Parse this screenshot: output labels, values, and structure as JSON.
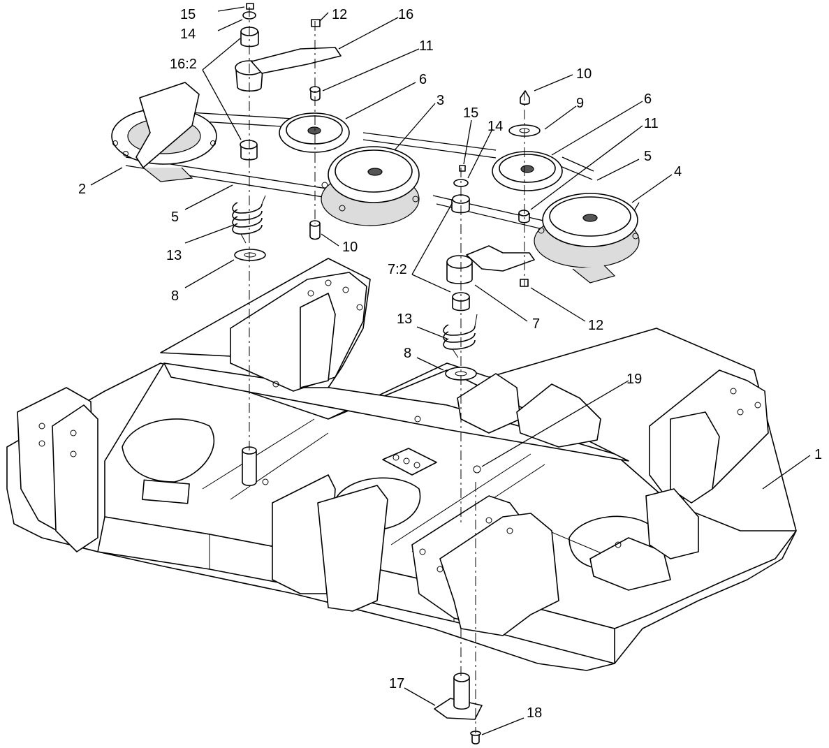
{
  "callouts": [
    {
      "id": "c15a",
      "label": "15"
    },
    {
      "id": "c14a",
      "label": "14"
    },
    {
      "id": "c16-2",
      "label": "16:2"
    },
    {
      "id": "c12a",
      "label": "12"
    },
    {
      "id": "c16",
      "label": "16"
    },
    {
      "id": "c11a",
      "label": "11"
    },
    {
      "id": "c6a",
      "label": "6"
    },
    {
      "id": "c3",
      "label": "3"
    },
    {
      "id": "c15b",
      "label": "15"
    },
    {
      "id": "c14b",
      "label": "14"
    },
    {
      "id": "c10a",
      "label": "10"
    },
    {
      "id": "c9",
      "label": "9"
    },
    {
      "id": "c6b",
      "label": "6"
    },
    {
      "id": "c11b",
      "label": "11"
    },
    {
      "id": "c5b",
      "label": "5"
    },
    {
      "id": "c4",
      "label": "4"
    },
    {
      "id": "c2",
      "label": "2"
    },
    {
      "id": "c5a",
      "label": "5"
    },
    {
      "id": "c13a",
      "label": "13"
    },
    {
      "id": "c10b",
      "label": "10"
    },
    {
      "id": "c8a",
      "label": "8"
    },
    {
      "id": "c7-2",
      "label": "7:2"
    },
    {
      "id": "c7",
      "label": "7"
    },
    {
      "id": "c12b",
      "label": "12"
    },
    {
      "id": "c13b",
      "label": "13"
    },
    {
      "id": "c8b",
      "label": "8"
    },
    {
      "id": "c19",
      "label": "19"
    },
    {
      "id": "c1",
      "label": "1"
    },
    {
      "id": "c17",
      "label": "17"
    },
    {
      "id": "c18",
      "label": "18"
    }
  ]
}
